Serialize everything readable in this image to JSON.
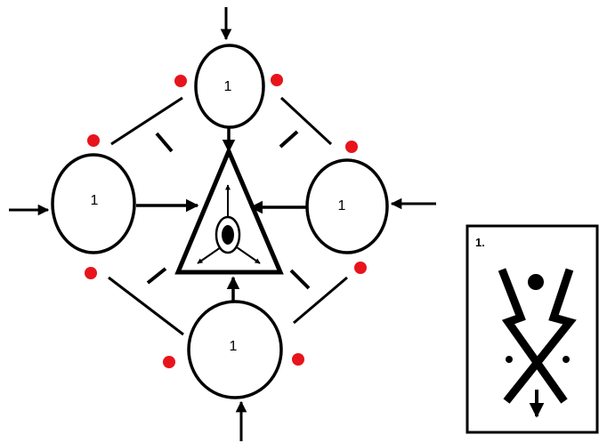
{
  "diagram": {
    "nodes": [
      {
        "id": "top",
        "label": "1"
      },
      {
        "id": "left",
        "label": "1"
      },
      {
        "id": "right",
        "label": "1"
      },
      {
        "id": "bottom",
        "label": "1"
      }
    ],
    "legend": {
      "number": "1.",
      "symbol": "crossed-lightning-glyph"
    },
    "colors": {
      "stroke": "#000000",
      "dot": "#e8141c",
      "background": "#ffffff"
    }
  }
}
